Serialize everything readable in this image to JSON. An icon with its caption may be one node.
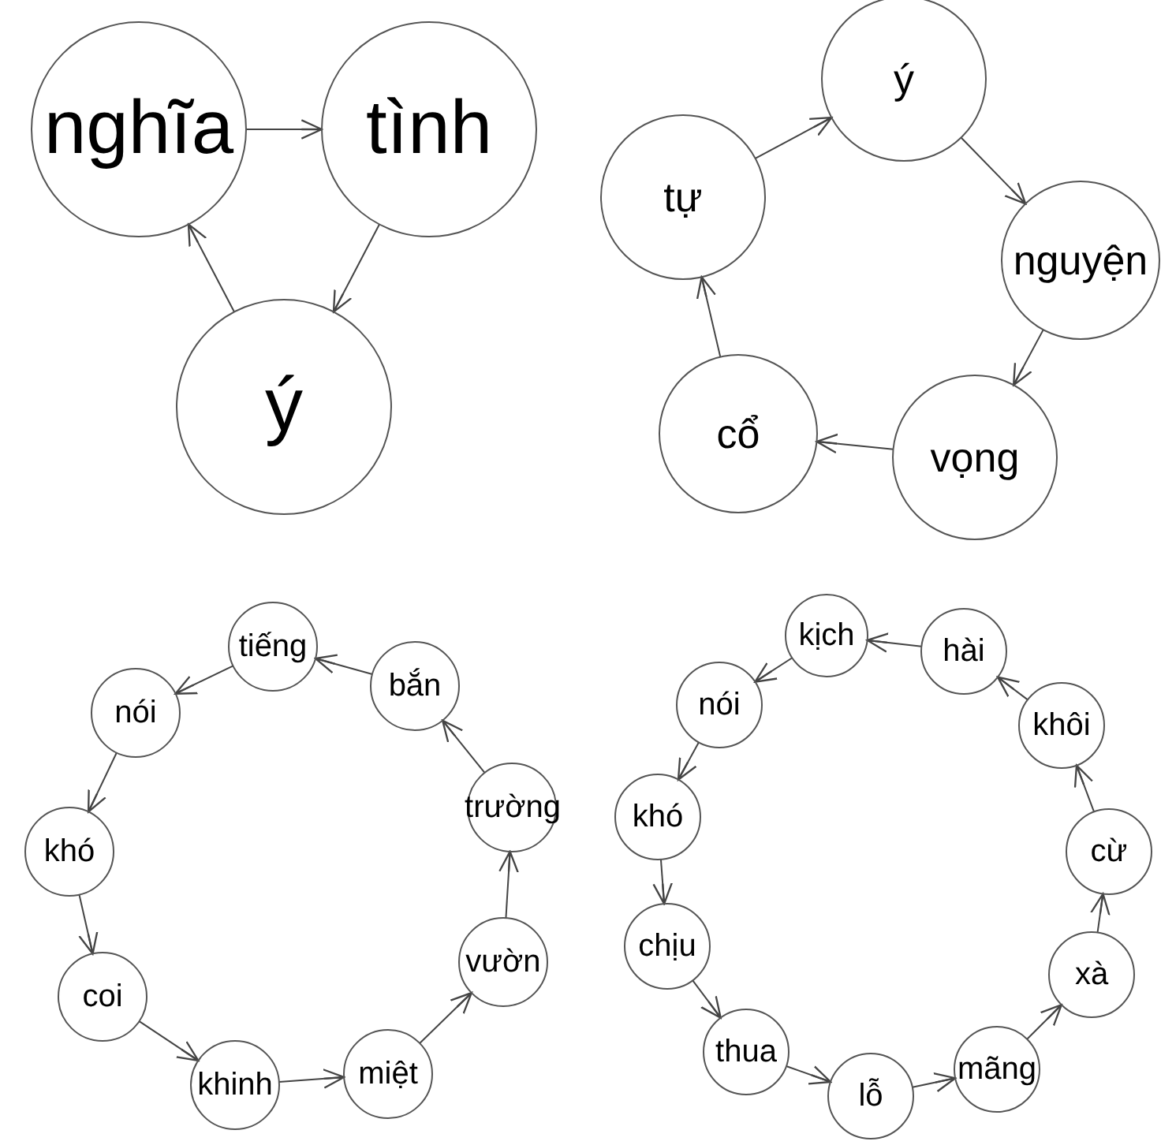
{
  "diagram": {
    "nodes": [
      {
        "text": [
          "nghĩa"
        ]
      },
      {
        "text": [
          "tình"
        ]
      },
      {
        "text": [
          "ý"
        ]
      },
      {
        "text": [
          "ý"
        ]
      },
      {
        "text": [
          "tự"
        ]
      },
      {
        "text": [
          "nguyện"
        ]
      },
      {
        "text": [
          "cổ"
        ]
      },
      {
        "text": [
          "vọng"
        ]
      },
      {
        "text": [
          "tiếng"
        ]
      },
      {
        "text": [
          "bắn"
        ]
      },
      {
        "text": [
          "nói"
        ]
      },
      {
        "text": [
          "trường"
        ]
      },
      {
        "text": [
          "khó"
        ]
      },
      {
        "text": [
          "vườn"
        ]
      },
      {
        "text": [
          "coi"
        ]
      },
      {
        "text": [
          "miệt"
        ]
      },
      {
        "text": [
          "khinh"
        ]
      },
      {
        "text": [
          "kịch"
        ]
      },
      {
        "text": [
          "hài"
        ]
      },
      {
        "text": [
          "nói"
        ]
      },
      {
        "text": [
          "khôi"
        ]
      },
      {
        "text": [
          "khó"
        ]
      },
      {
        "text": [
          "cừ"
        ]
      },
      {
        "text": [
          "chịu"
        ]
      },
      {
        "text": [
          "xà"
        ]
      },
      {
        "text": [
          "thua"
        ]
      },
      {
        "text": [
          "mãng"
        ]
      },
      {
        "text": [
          "lỗ"
        ]
      }
    ],
    "edges": [
      {
        "from": 0,
        "to": 1,
        "arrow": "to"
      },
      {
        "from": 1,
        "to": 2,
        "arrow": "to"
      },
      {
        "from": 2,
        "to": 0,
        "arrow": "to"
      },
      {
        "from": 3,
        "to": 5,
        "arrow": "to"
      },
      {
        "from": 5,
        "to": 7,
        "arrow": "to"
      },
      {
        "from": 7,
        "to": 6,
        "arrow": "to"
      },
      {
        "from": 6,
        "to": 4,
        "arrow": "to"
      },
      {
        "from": 4,
        "to": 3,
        "arrow": "to"
      },
      {
        "from": 9,
        "to": 8,
        "arrow": "to"
      },
      {
        "from": 8,
        "to": 10,
        "arrow": "to"
      },
      {
        "from": 10,
        "to": 12,
        "arrow": "to"
      },
      {
        "from": 12,
        "to": 14,
        "arrow": "to"
      },
      {
        "from": 14,
        "to": 16,
        "arrow": "to"
      },
      {
        "from": 16,
        "to": 15,
        "arrow": "to"
      },
      {
        "from": 15,
        "to": 13,
        "arrow": "to"
      },
      {
        "from": 13,
        "to": 11,
        "arrow": "to"
      },
      {
        "from": 11,
        "to": 9,
        "arrow": "to"
      },
      {
        "from": 18,
        "to": 17,
        "arrow": "to"
      },
      {
        "from": 17,
        "to": 19,
        "arrow": "to"
      },
      {
        "from": 19,
        "to": 21,
        "arrow": "to"
      },
      {
        "from": 21,
        "to": 23,
        "arrow": "to"
      },
      {
        "from": 23,
        "to": 25,
        "arrow": "to"
      },
      {
        "from": 25,
        "to": 27,
        "arrow": "to"
      },
      {
        "from": 27,
        "to": 26,
        "arrow": "to"
      },
      {
        "from": 26,
        "to": 24,
        "arrow": "to"
      },
      {
        "from": 24,
        "to": 22,
        "arrow": "to"
      },
      {
        "from": 22,
        "to": 20,
        "arrow": "to"
      },
      {
        "from": 20,
        "to": 18,
        "arrow": "to"
      }
    ]
  }
}
